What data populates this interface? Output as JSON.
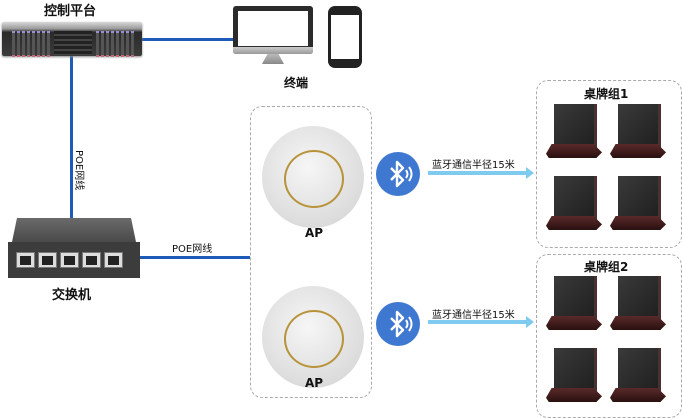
{
  "nodes": {
    "control_platform": {
      "label": "控制平台",
      "icon": "server-rack-icon"
    },
    "terminal": {
      "label": "终端",
      "icons": [
        "desktop-monitor-icon",
        "smartphone-icon"
      ]
    },
    "switch": {
      "label": "交换机",
      "icon": "poe-switch-icon"
    },
    "ap_1": {
      "label": "AP",
      "icon": "ceiling-access-point-icon"
    },
    "ap_2": {
      "label": "AP",
      "icon": "ceiling-access-point-icon"
    },
    "group_1": {
      "label": "桌牌组1",
      "device_count": 4,
      "icon": "table-sign-icon"
    },
    "group_2": {
      "label": "桌牌组2",
      "device_count": 4,
      "icon": "table-sign-icon"
    }
  },
  "edges": {
    "platform_to_switch": {
      "label": "POE网线"
    },
    "switch_to_ap": {
      "label": "POE网线"
    },
    "ap1_to_group1": {
      "label": "蓝牙通信半径15米",
      "icon": "bluetooth-icon"
    },
    "ap2_to_group2": {
      "label": "蓝牙通信半径15米",
      "icon": "bluetooth-icon"
    }
  },
  "colors": {
    "wire": "#1e5bb8",
    "bluetooth": "#3f78d0",
    "arrow": "#7fcbef",
    "ap_ring": "#b8933a"
  }
}
